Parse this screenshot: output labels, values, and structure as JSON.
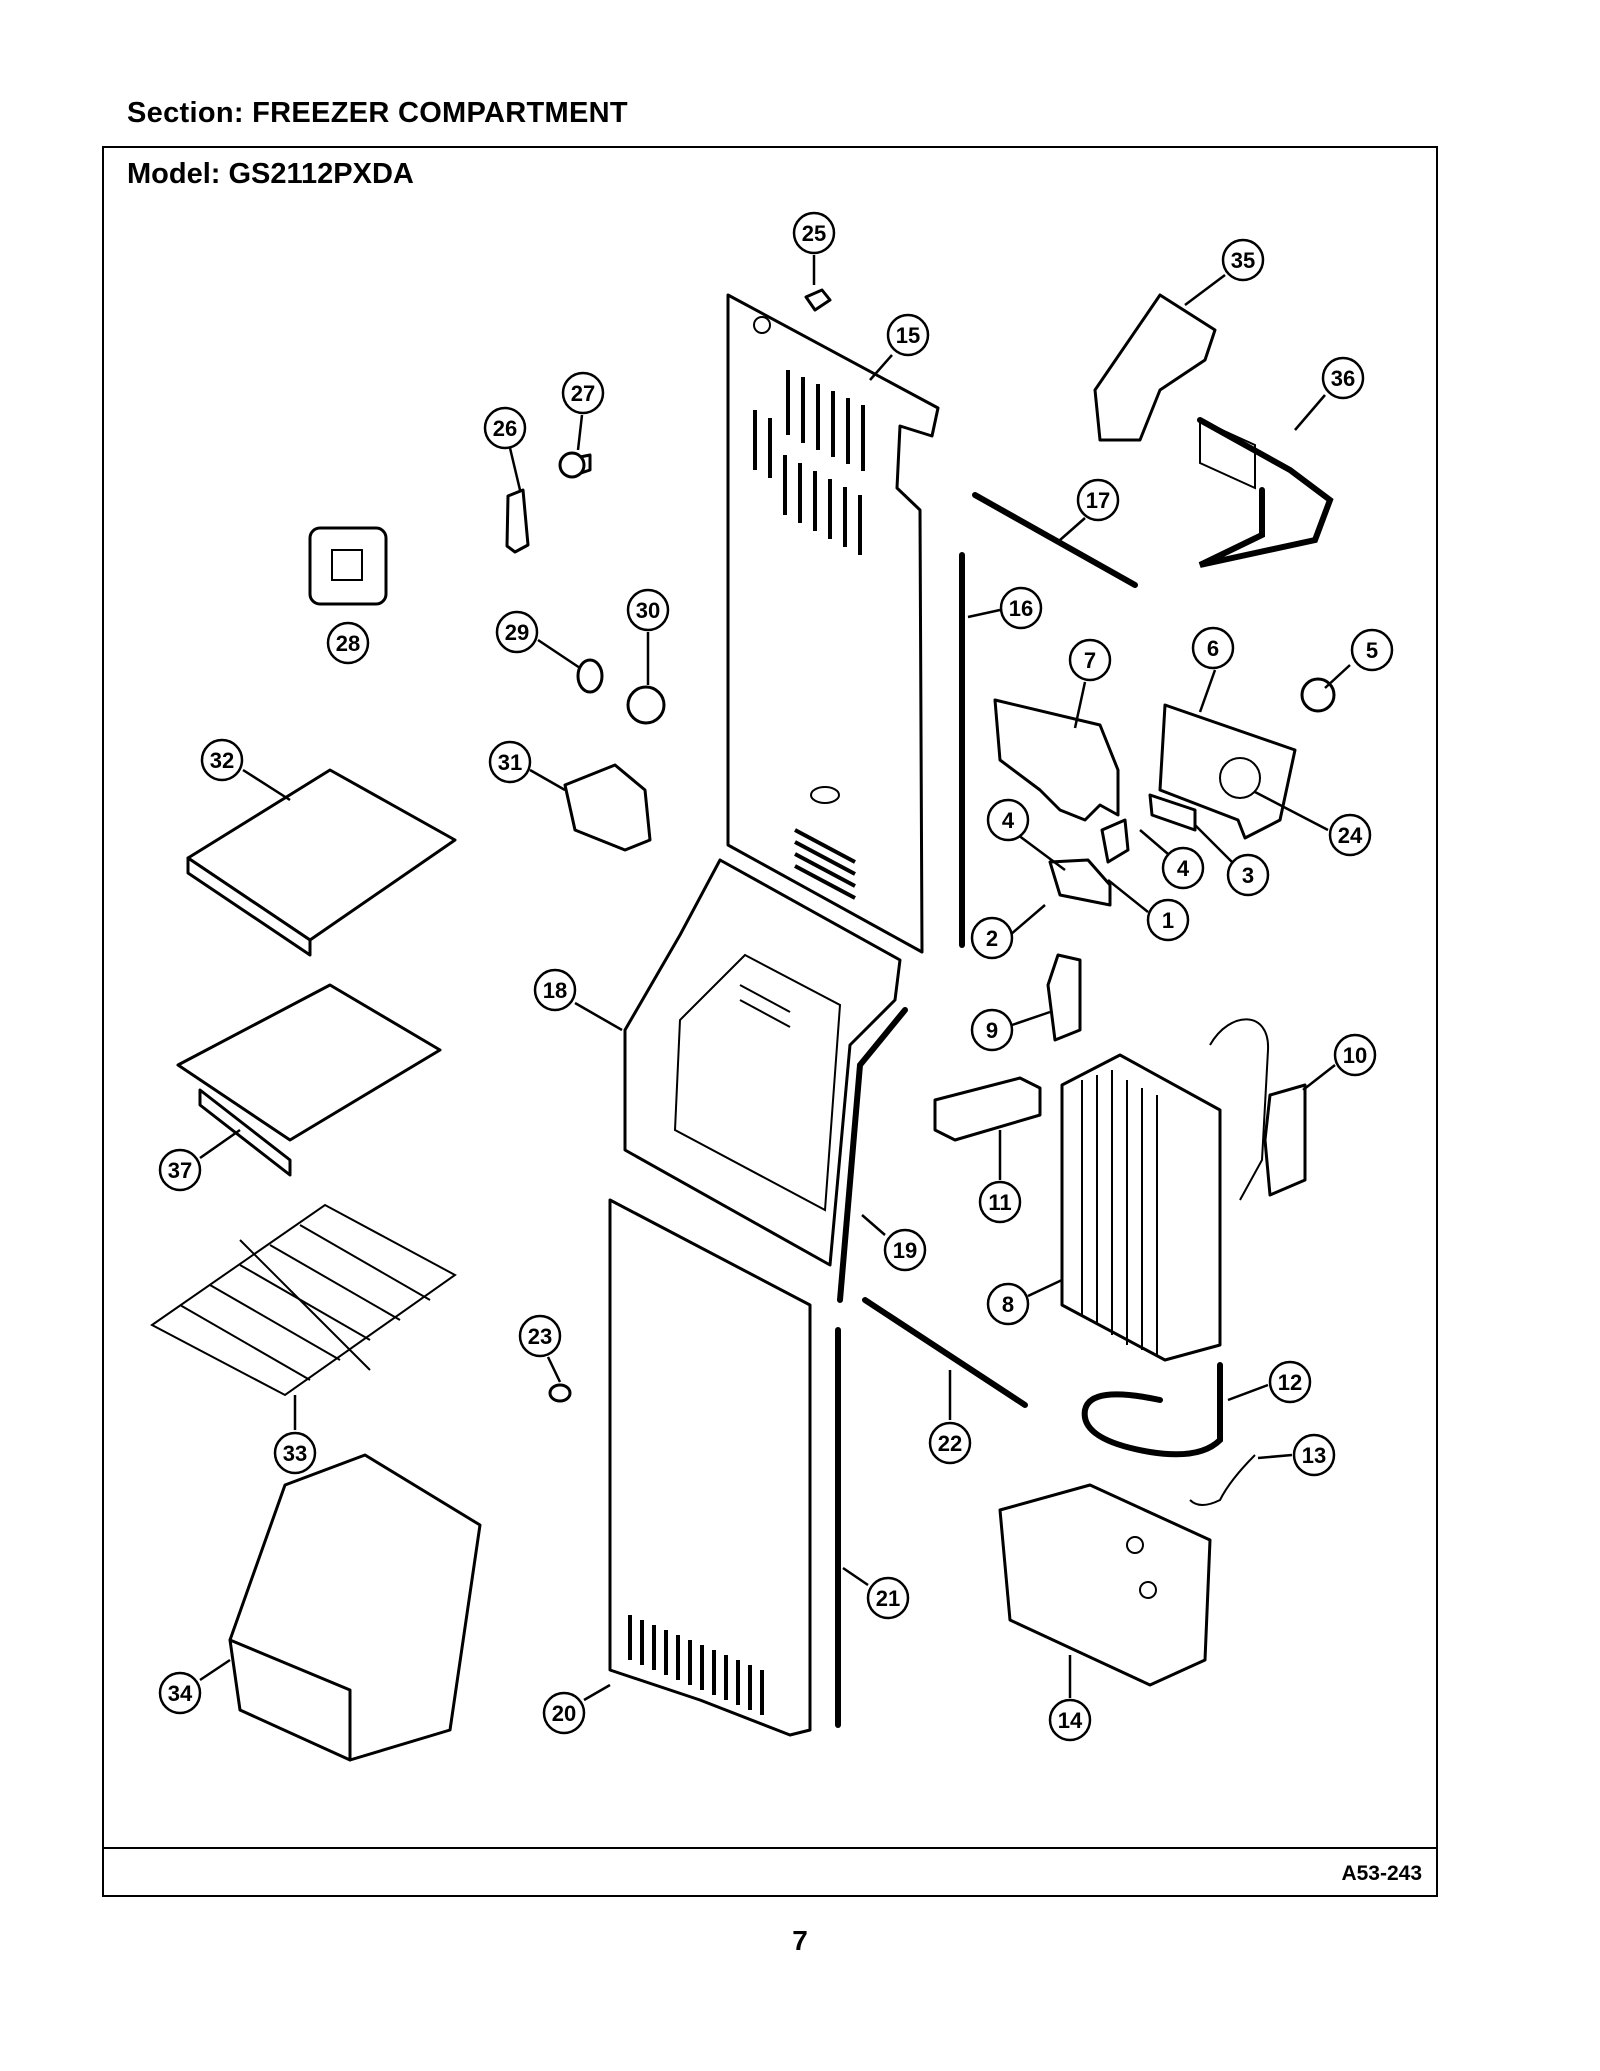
{
  "header": {
    "section_label": "Section:  FREEZER COMPARTMENT",
    "model_label": "Model:  GS2112PXDA"
  },
  "footer": {
    "diagram_code": "A53-243",
    "page_number": "7"
  },
  "diagram": {
    "callouts": [
      "1",
      "2",
      "3",
      "4",
      "4",
      "5",
      "6",
      "7",
      "8",
      "9",
      "10",
      "11",
      "12",
      "13",
      "14",
      "15",
      "16",
      "17",
      "18",
      "19",
      "20",
      "21",
      "22",
      "23",
      "24",
      "25",
      "26",
      "27",
      "28",
      "29",
      "30",
      "31",
      "32",
      "33",
      "34",
      "35",
      "36",
      "37"
    ]
  }
}
